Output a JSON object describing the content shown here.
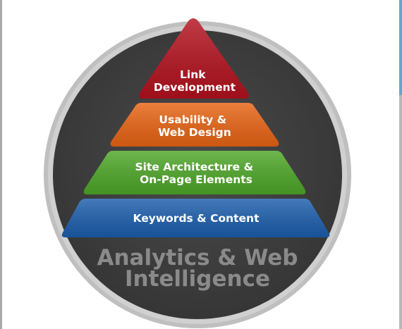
{
  "diagram": {
    "tiers": [
      {
        "lines": [
          "Link",
          "Development"
        ],
        "color": "#b3121e"
      },
      {
        "lines": [
          "Usability &",
          "Web Design"
        ],
        "color": "#e86414"
      },
      {
        "lines": [
          "Site Architecture &",
          "On-Page Elements"
        ],
        "color": "#4ea728"
      },
      {
        "lines": [
          "Keywords & Content"
        ],
        "color": "#1c5eac"
      }
    ],
    "base": {
      "line1": "Analytics & Web",
      "line2": "Intelligence"
    },
    "colors": {
      "circle_fill": "#424242",
      "circle_ring": "#bdbdbd"
    }
  }
}
